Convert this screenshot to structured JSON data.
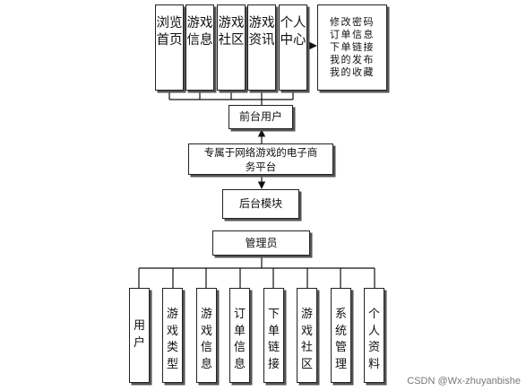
{
  "top_modules": [
    "浏览首页",
    "游戏信息",
    "游戏社区",
    "游戏资讯",
    "个人中心"
  ],
  "personal_center_items": [
    "修改密码",
    "订单信息",
    "下单链接",
    "我的发布",
    "我的收藏"
  ],
  "frontend_user": "前台用户",
  "platform": "专属于网络游戏的电子商务平台",
  "backend_module": "后台模块",
  "admin": "管理员",
  "bottom_modules": [
    "用户",
    "游戏类型",
    "游戏信息",
    "订单信息",
    "下单链接",
    "游戏社区",
    "系统管理",
    "个人资料"
  ],
  "watermark": "CSDN @Wx-zhuyanbishe"
}
